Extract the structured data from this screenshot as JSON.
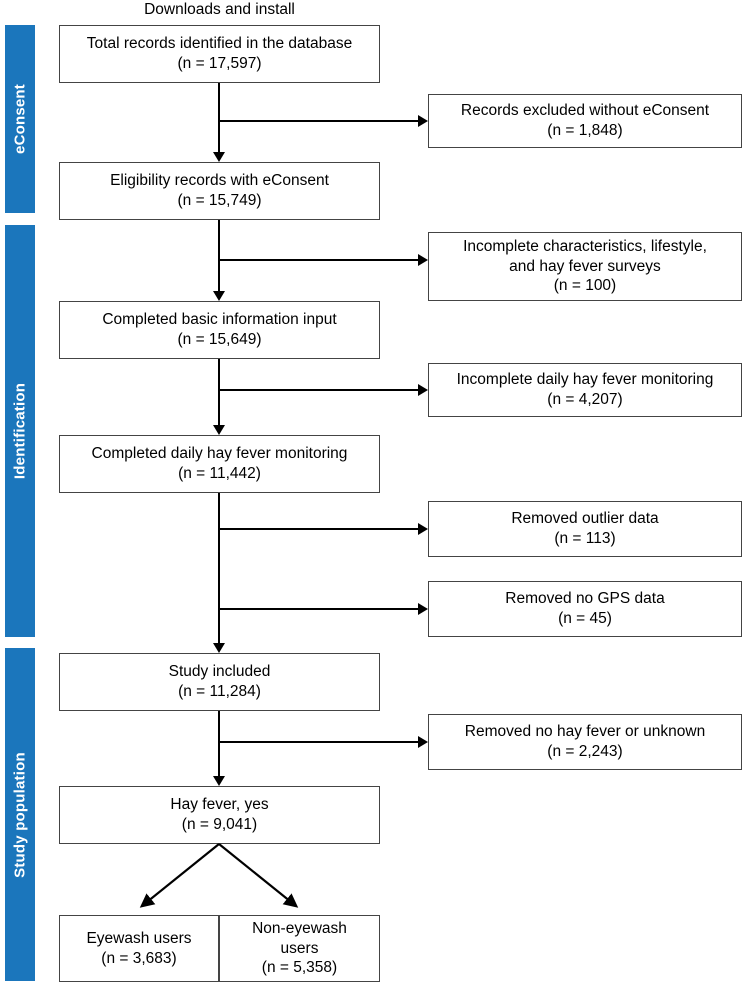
{
  "title": "Downloads and install",
  "colors": {
    "stage_bar": "#1B76BC",
    "box_border": "#444444",
    "connector": "#000000",
    "background": "#FFFFFF"
  },
  "stages": [
    {
      "label": "eConsent"
    },
    {
      "label": "Identification"
    },
    {
      "label": "Study population"
    }
  ],
  "main_boxes": [
    {
      "line1": "Total records identified in the database",
      "line2": "(n = 17,597)"
    },
    {
      "line1": "Eligibility records with eConsent",
      "line2": "(n = 15,749)"
    },
    {
      "line1": "Completed basic information input",
      "line2": "(n = 15,649)"
    },
    {
      "line1": "Completed daily hay fever monitoring",
      "line2": "(n = 11,442)"
    },
    {
      "line1": "Study included",
      "line2": "(n = 11,284)"
    },
    {
      "line1": "Hay fever, yes",
      "line2": "(n = 9,041)"
    }
  ],
  "excluded_boxes": [
    {
      "line1": "Records excluded without eConsent",
      "line2": "(n = 1,848)"
    },
    {
      "line1": "Incomplete characteristics, lifestyle,",
      "line2": "and hay fever surveys",
      "line3": "(n = 100)"
    },
    {
      "line1": "Incomplete daily hay fever monitoring",
      "line2": "(n = 4,207)"
    },
    {
      "line1": "Removed outlier data",
      "line2": "(n = 113)"
    },
    {
      "line1": "Removed no GPS data",
      "line2": "(n = 45)"
    },
    {
      "line1": "Removed no hay fever or unknown",
      "line2": "(n = 2,243)"
    }
  ],
  "terminal_boxes": [
    {
      "line1": "Eyewash users",
      "line2": "(n = 3,683)"
    },
    {
      "line1": "Non-eyewash",
      "line2": "users",
      "line3": "(n = 5,358)"
    }
  ],
  "chart_data": {
    "type": "flowchart",
    "title": "Downloads and install",
    "nodes": [
      {
        "id": "n1",
        "stage": "eConsent",
        "label": "Total records identified in the database",
        "n": 17597
      },
      {
        "id": "x1",
        "stage": "eConsent",
        "label": "Records excluded without eConsent",
        "n": 1848,
        "kind": "excluded"
      },
      {
        "id": "n2",
        "stage": "eConsent",
        "label": "Eligibility records with eConsent",
        "n": 15749
      },
      {
        "id": "x2",
        "stage": "Identification",
        "label": "Incomplete characteristics, lifestyle, and hay fever surveys",
        "n": 100,
        "kind": "excluded"
      },
      {
        "id": "n3",
        "stage": "Identification",
        "label": "Completed basic information input",
        "n": 15649
      },
      {
        "id": "x3",
        "stage": "Identification",
        "label": "Incomplete daily hay fever monitoring",
        "n": 4207,
        "kind": "excluded"
      },
      {
        "id": "n4",
        "stage": "Identification",
        "label": "Completed daily hay fever monitoring",
        "n": 11442
      },
      {
        "id": "x4",
        "stage": "Identification",
        "label": "Removed outlier data",
        "n": 113,
        "kind": "excluded"
      },
      {
        "id": "x5",
        "stage": "Identification",
        "label": "Removed no GPS data",
        "n": 45,
        "kind": "excluded"
      },
      {
        "id": "n5",
        "stage": "Study population",
        "label": "Study included",
        "n": 11284
      },
      {
        "id": "x6",
        "stage": "Study population",
        "label": "Removed no hay fever or unknown",
        "n": 2243,
        "kind": "excluded"
      },
      {
        "id": "n6",
        "stage": "Study population",
        "label": "Hay fever, yes",
        "n": 9041
      },
      {
        "id": "t1",
        "stage": "Study population",
        "label": "Eyewash users",
        "n": 3683,
        "kind": "terminal"
      },
      {
        "id": "t2",
        "stage": "Study population",
        "label": "Non-eyewash users",
        "n": 5358,
        "kind": "terminal"
      }
    ],
    "edges": [
      {
        "from": "n1",
        "to": "x1"
      },
      {
        "from": "n1",
        "to": "n2"
      },
      {
        "from": "n2",
        "to": "x2"
      },
      {
        "from": "n2",
        "to": "n3"
      },
      {
        "from": "n3",
        "to": "x3"
      },
      {
        "from": "n3",
        "to": "n4"
      },
      {
        "from": "n4",
        "to": "x4"
      },
      {
        "from": "n4",
        "to": "x5"
      },
      {
        "from": "n4",
        "to": "n5"
      },
      {
        "from": "n5",
        "to": "x6"
      },
      {
        "from": "n5",
        "to": "n6"
      },
      {
        "from": "n6",
        "to": "t1"
      },
      {
        "from": "n6",
        "to": "t2"
      }
    ]
  }
}
